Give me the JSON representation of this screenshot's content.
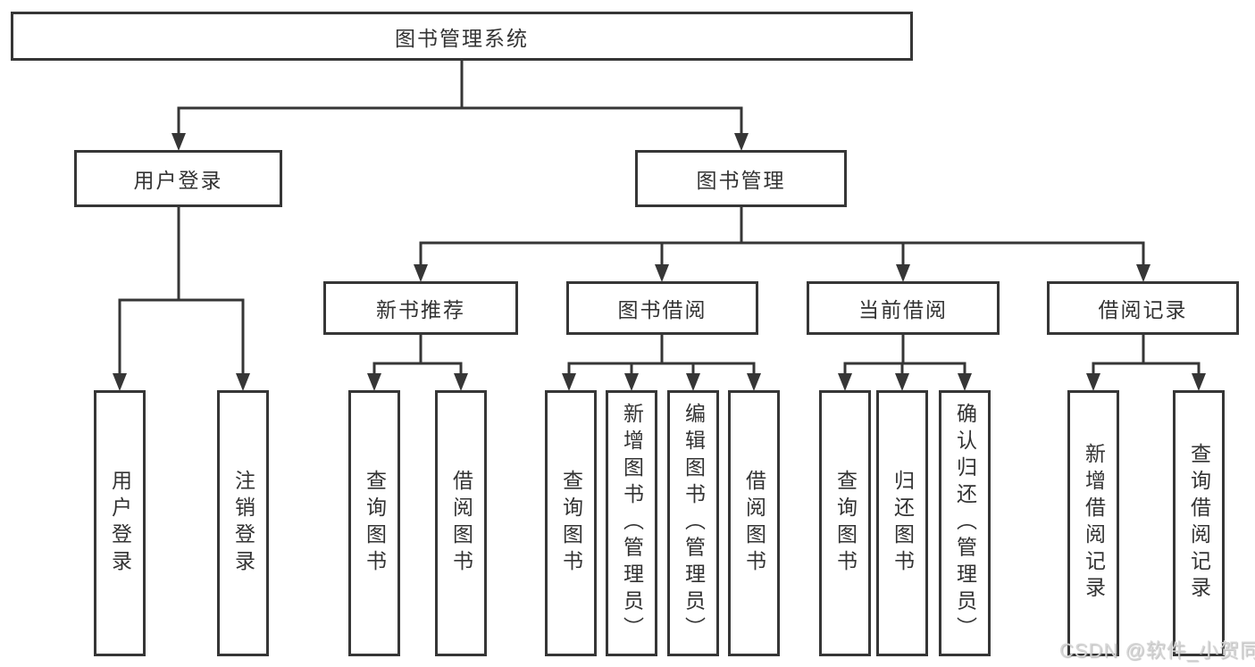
{
  "tree": {
    "root": {
      "label": "图书管理系统"
    },
    "user_login": {
      "label": "用户登录",
      "children": [
        "用户登录",
        "注销登录"
      ]
    },
    "book_management": {
      "label": "图书管理",
      "sections": {
        "new_book": {
          "label": "新书推荐",
          "children": [
            "查询图书",
            "借阅图书"
          ]
        },
        "book_borrow": {
          "label": "图书借阅",
          "children": [
            "查询图书",
            "新增图书（管理员）",
            "编辑图书（管理员）",
            "借阅图书"
          ]
        },
        "current_borrow": {
          "label": "当前借阅",
          "children": [
            "查询图书",
            "归还图书",
            "确认归还（管理员）"
          ]
        },
        "borrow_record": {
          "label": "借阅记录",
          "children": [
            "新增借阅记录",
            "查询借阅记录"
          ]
        }
      }
    }
  },
  "watermark": {
    "text": "CSDN @软件_小贺同学"
  },
  "colors": {
    "line": "#363636",
    "text": "#333333",
    "background": "#ffffff",
    "watermark": "#d6d6d6"
  }
}
